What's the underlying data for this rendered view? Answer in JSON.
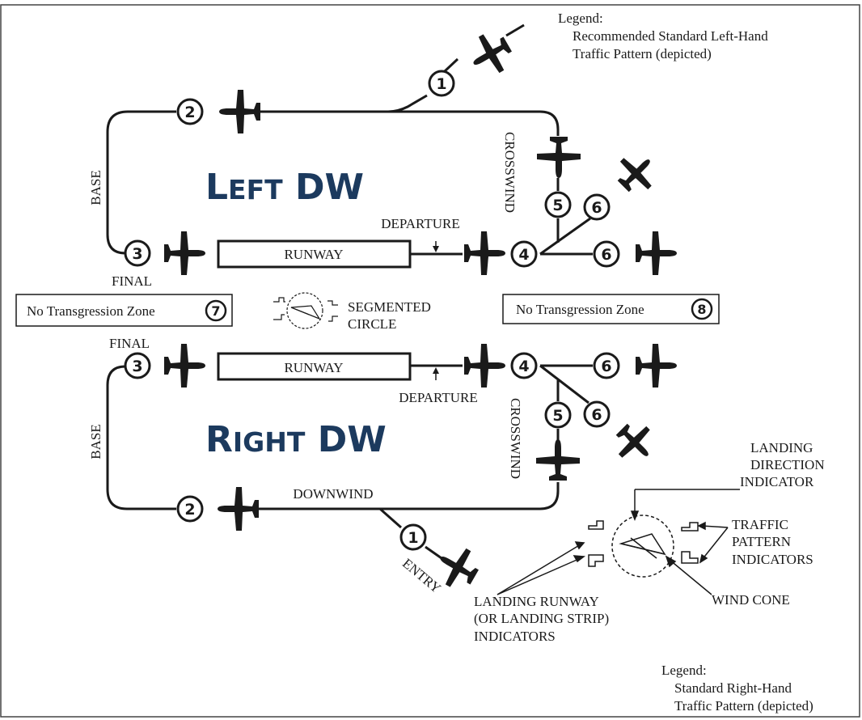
{
  "legend_top": {
    "heading": "Legend:",
    "line1": "Recommended Standard Left-Hand",
    "line2": "Traffic Pattern (depicted)"
  },
  "legend_bottom": {
    "heading": "Legend:",
    "line1": "Standard Right-Hand",
    "line2": "Traffic Pattern (depicted)"
  },
  "left_pattern": {
    "title_big_1": "L",
    "title_small_1": "EFT",
    "title_rest": " DW",
    "base": "BASE",
    "crosswind": "CROSSWIND",
    "departure": "DEPARTURE",
    "runway": "RUNWAY",
    "final": "FINAL"
  },
  "right_pattern": {
    "title_big_1": "R",
    "title_small_1": "IGHT",
    "title_rest": " DW",
    "base": "BASE",
    "crosswind": "CROSSWIND",
    "departure": "DEPARTURE",
    "runway": "RUNWAY",
    "final": "FINAL",
    "downwind": "DOWNWIND",
    "entry": "ENTRY"
  },
  "zones": {
    "left": {
      "text": "No Transgression Zone",
      "number": "7"
    },
    "right": {
      "text": "No Transgression Zone",
      "number": "8"
    }
  },
  "segmented_circle": {
    "line1": "SEGMENTED",
    "line2": "CIRCLE"
  },
  "markers": {
    "entry": "1",
    "base_turn": "2",
    "final": "3",
    "departure": "4",
    "crosswind": "5",
    "exit": "6"
  },
  "indicators": {
    "landing_direction": [
      "LANDING",
      "DIRECTION",
      "INDICATOR"
    ],
    "traffic_pattern": [
      "TRAFFIC",
      "PATTERN",
      "INDICATORS"
    ],
    "landing_runway": [
      "LANDING RUNWAY",
      "(OR LANDING STRIP)",
      "INDICATORS"
    ],
    "wind_cone": "WIND CONE"
  },
  "colors": {
    "ink": "#1a1a1a",
    "title": "#1c3a5e",
    "background": "#ffffff"
  }
}
